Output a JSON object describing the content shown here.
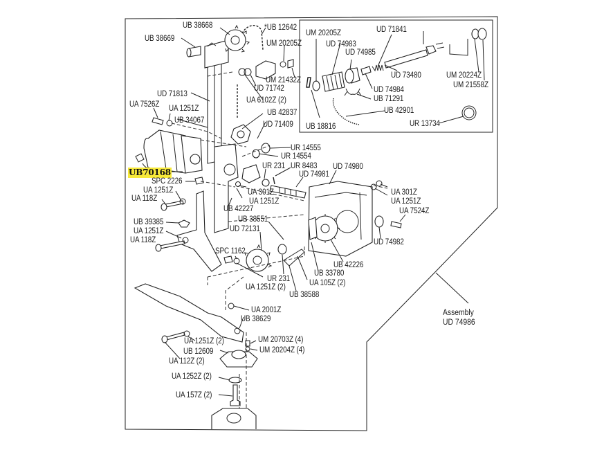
{
  "highlighted_part": "UB70168",
  "highlight_color": "#f7e93a",
  "assembly": {
    "label": "Assembly",
    "number": "UD 74986"
  },
  "labels": {
    "ub38668": "UB 38668",
    "ub12642": "*UB 12642",
    "ub38669": "UB 38669",
    "um20205z_a": "UM 20205Z",
    "um21432z": "UM 21432Z",
    "ud71742": "UD 71742",
    "ud71813": "UD 71813",
    "ua6102z": "UA 6102Z (2)",
    "ua7526z": "UA 7526Z",
    "ua1251z_a": "UA 1251Z",
    "ub34067": "UB 34067",
    "ub42837": "UB 42837",
    "ud71409": "UD 71409",
    "spc2226": "SPC 2226",
    "ua1251z_b": "UA 1251Z",
    "ua118z_a": "UA 118Z",
    "ur14555": "UR 14555",
    "ur14554": "UR 14554",
    "ur231_a": "UR 231",
    "ur8483": "UR 8483",
    "ud74981": "UD 74981",
    "ud74980": "UD 74980",
    "ua301z_a": "UA 301Z",
    "ua1251z_c": "UA 1251Z",
    "ub42227": "UB 42227",
    "ub38551": "UB 38551",
    "ud72131": "UD 72131",
    "ub39385": "UB 39385",
    "ua1251z_d": "UA 1251Z",
    "ua118z_b": "UA 118Z",
    "spc1162": "SPC 1162",
    "ua301z_b": "UA 301Z",
    "ua1251z_e": "UA 1251Z",
    "ua7524z": "UA 7524Z",
    "ud74982": "UD 74982",
    "ub42226": "UB 42226",
    "ub33780": "UB 33780",
    "ur231_b": "UR 231",
    "ua105z": "UA 105Z (2)",
    "ua1251z_f": "UA 1251Z (2)",
    "ub38588": "UB 38588",
    "ua2001z": "UA 2001Z",
    "ub38629": "UB 38629",
    "ua1251z_g": "UA 1251Z (2)",
    "ub12609": "UB 12609",
    "ua112z": "UA 112Z (2)",
    "um20703z": "UM 20703Z (4)",
    "um20204z": "UM 20204Z (4)",
    "ua1252z": "UA 1252Z (2)",
    "ua157z": "UA 157Z (2)"
  },
  "inset_labels": {
    "um20205z": "UM 20205Z",
    "ud71841": "UD 71841",
    "ud74983": "UD 74983",
    "ud74985": "UD 74985",
    "ud73480": "UD 73480",
    "um20224z": "UM 20224Z",
    "um21558z": "UM 21558Z",
    "ud74984": "UD 74984",
    "ub71291": "UB 71291",
    "ub42901": "UB 42901",
    "ub18816": "UB 18816",
    "ur13734": "UR 13734"
  }
}
